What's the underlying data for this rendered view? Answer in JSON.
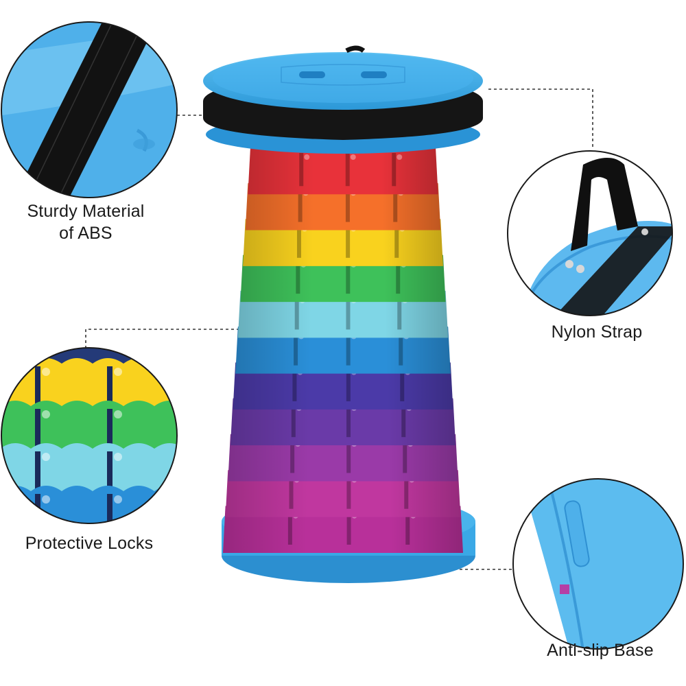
{
  "callouts": {
    "sturdy_material": {
      "line1": "Sturdy Material",
      "line2": "of ABS",
      "icon": "zoom-circle-seat-edge"
    },
    "nylon_strap": {
      "label": "Nylon Strap",
      "icon": "zoom-circle-strap"
    },
    "protective_locks": {
      "label": "Protective Locks",
      "icon": "zoom-circle-locks"
    },
    "anti_slip_base": {
      "label": "Anti-slip Base",
      "icon": "zoom-circle-base"
    }
  },
  "colors": {
    "seat_blue": "#3aa8e6",
    "strap_black": "#111111",
    "tiers": [
      "#e8323a",
      "#f5702a",
      "#f9d21e",
      "#3ec15a",
      "#7fd6e6",
      "#2a8fd8",
      "#4b3aa8",
      "#6a3aa8",
      "#9a3aa8",
      "#c0379f",
      "#b8309a"
    ]
  }
}
